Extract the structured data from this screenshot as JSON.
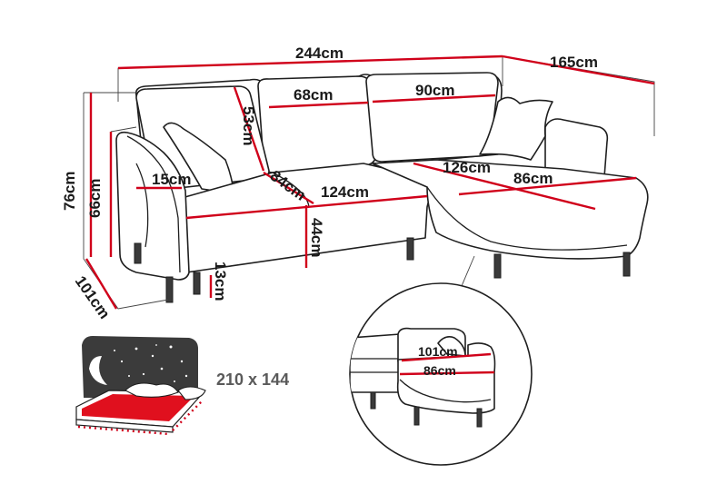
{
  "diagram": {
    "colors": {
      "dimension_line": "#d0001a",
      "outline": "#1f1f1f",
      "bed_fill": "#e0101e",
      "night_sky": "#3b3b3b"
    },
    "dimensions": {
      "total_width": "244cm",
      "chaise_depth": "165cm",
      "cushion_left_width": "68cm",
      "cushion_right_width": "90cm",
      "backrest_height": "53cm",
      "total_height": "76cm",
      "armrest_height": "66cm",
      "armrest_width": "15cm",
      "seat_depth": "84cm",
      "seat_width": "124cm",
      "seat_height": "44cm",
      "leg_height": "13cm",
      "side_depth": "101cm",
      "chaise_length": "126cm",
      "chaise_width": "86cm"
    },
    "inset": {
      "depth_label": "101cm",
      "width_label": "86cm"
    },
    "bed_size": "210 x 144"
  }
}
